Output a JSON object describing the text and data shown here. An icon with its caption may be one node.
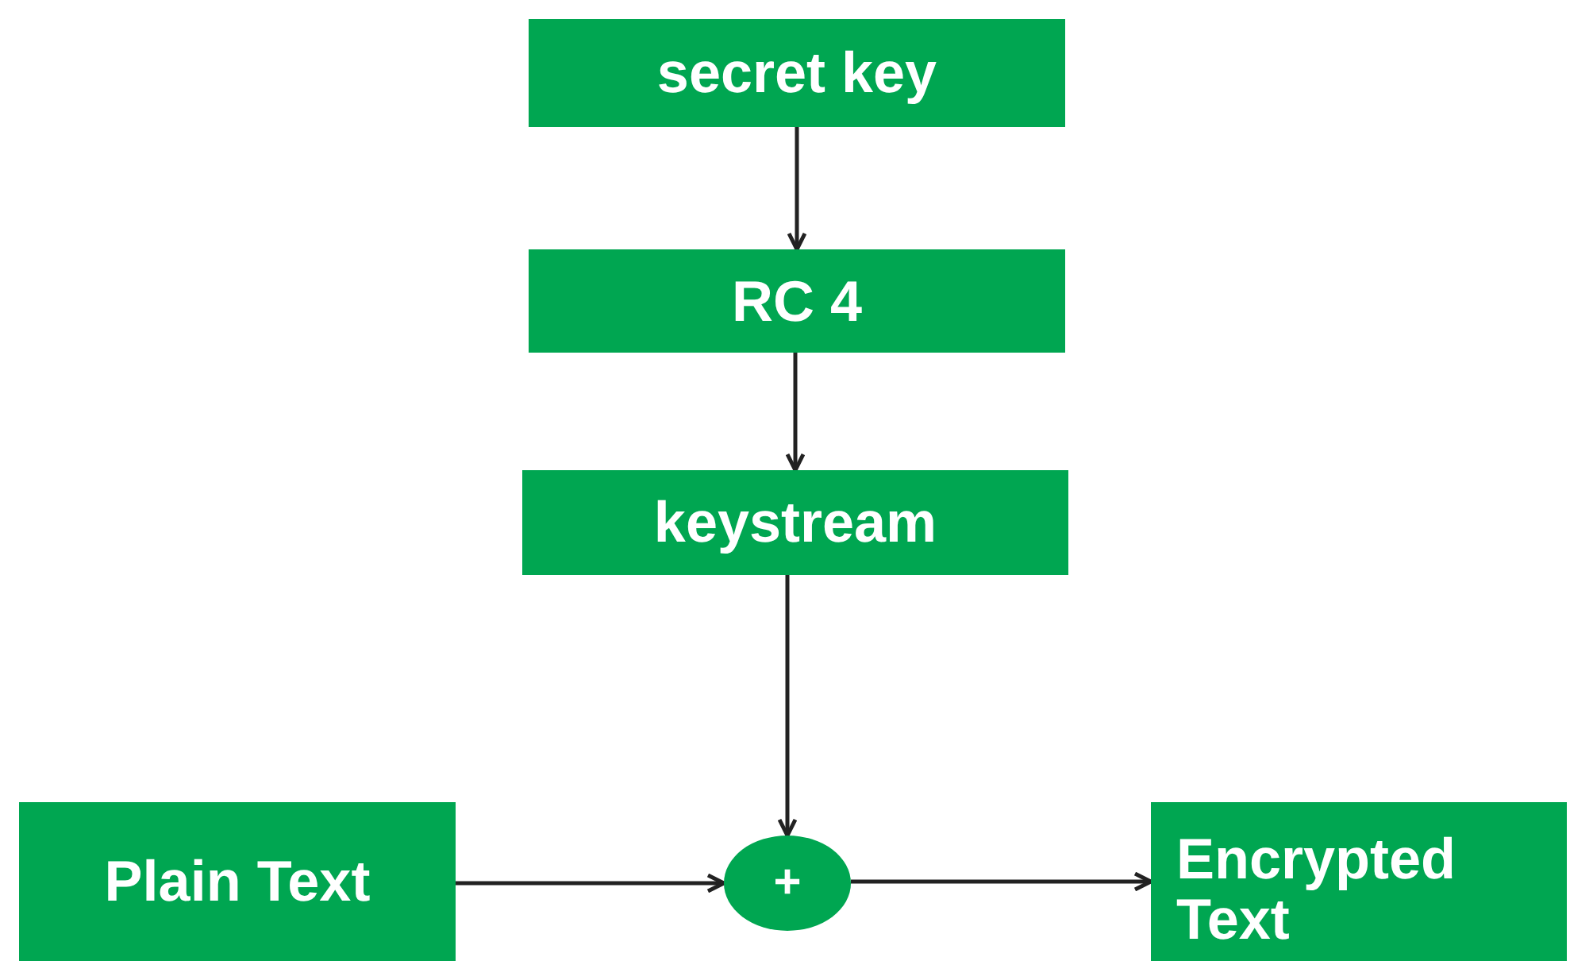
{
  "diagram": {
    "nodes": [
      {
        "text": [
          "secret key"
        ]
      },
      {
        "text": [
          "RC 4"
        ]
      },
      {
        "text": [
          "keystream"
        ]
      },
      {
        "text": [
          "Plain Text"
        ]
      },
      {
        "text": [
          "+"
        ]
      },
      {
        "text": [
          "Encrypted Text"
        ]
      }
    ],
    "edges": [
      {
        "from": 0,
        "to": 1,
        "arrow": "to"
      },
      {
        "from": 1,
        "to": 2,
        "arrow": "to"
      },
      {
        "from": 2,
        "to": 4,
        "arrow": "to"
      },
      {
        "from": 3,
        "to": 4,
        "arrow": "to"
      },
      {
        "from": 4,
        "to": 5,
        "arrow": "to"
      }
    ]
  }
}
